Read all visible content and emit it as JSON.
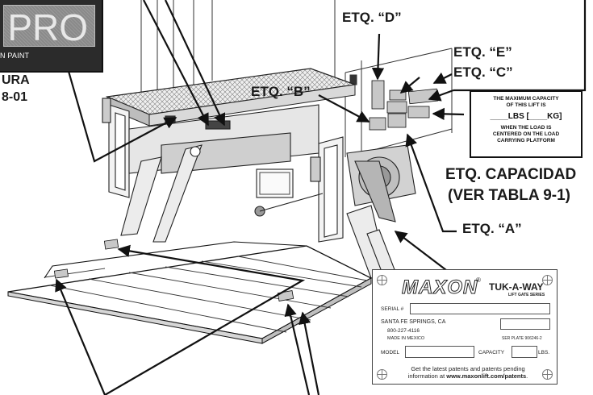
{
  "pro_decal": {
    "big_text": "PRO",
    "sub_text": "N PAINT"
  },
  "figure_ref": {
    "line1": "URA",
    "line2": "8-01"
  },
  "labels": {
    "d": "ETQ. “D”",
    "e": "ETQ. “E”",
    "c": "ETQ. “C”",
    "b": "ETQ. “B”",
    "a": "ETQ. “A”",
    "capacity_1": "ETQ. CAPACIDAD",
    "capacity_2": "(VER TABLA 9-1)"
  },
  "capacity_decal": {
    "line1": "THE MAXIMUM CAPACITY",
    "line2": "OF THIS LIFT IS",
    "line3": "____LBS [____KG]",
    "line4": "WHEN THE LOAD IS",
    "line5": "CENTERED ON THE LOAD",
    "line6": "CARRYING PLATFORM"
  },
  "serial_plate": {
    "brand": "MAXON",
    "registered": "®",
    "product": "TUK-A-WAY",
    "product_sub": "LIFT GATE SERIES",
    "serial_label": "SERIAL #",
    "city": "SANTA FE SPRINGS, CA",
    "phone": "800-227-4116",
    "made_in": "MADE IN MEXICO",
    "plate_no": "SER PLATE 906246-2",
    "model_label": "MODEL",
    "capacity_label": "CAPACITY",
    "lbs_label": "LBS.",
    "footer_1": "Get the latest patents and patents pending",
    "footer_2_a": "information at ",
    "footer_2_b": "www.maxonlift.com/patents",
    "footer_2_c": "."
  },
  "colors": {
    "line": "#1a1a1a",
    "decal_fill": "#c8c8c8",
    "dark": "#2b2b2b"
  }
}
